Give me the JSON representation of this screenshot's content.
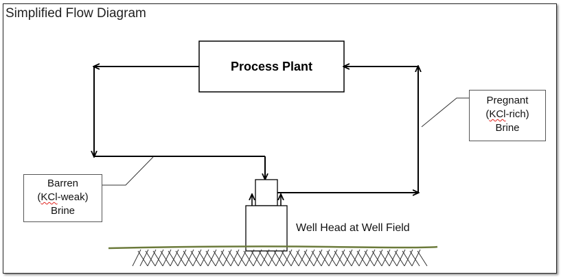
{
  "title": "Simplified Flow Diagram",
  "process_plant": "Process Plant",
  "barren": {
    "line1": "Barren",
    "line2_abbr": "KCl",
    "line2_rest": "-weak)",
    "line3": "Brine"
  },
  "pregnant": {
    "line1": "Pregnant",
    "line2_abbr": "KCl",
    "line2_rest": "-rich)",
    "line3": "Brine"
  },
  "well_head": "Well Head at Well Field"
}
